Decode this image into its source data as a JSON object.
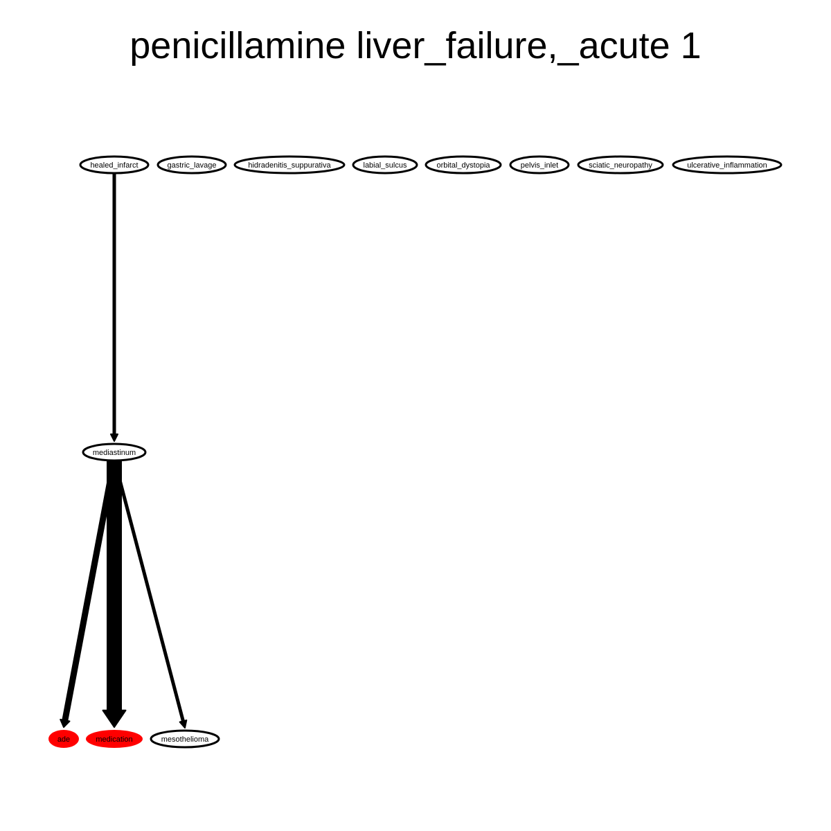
{
  "title": "penicillamine liver_failure,_acute 1",
  "colors": {
    "highlight": "#ff0000",
    "stroke": "#000000",
    "background": "#ffffff"
  },
  "nodes": [
    {
      "id": "healed_infarct",
      "label": "healed_infarct",
      "highlighted": false
    },
    {
      "id": "gastric_lavage",
      "label": "gastric_lavage",
      "highlighted": false
    },
    {
      "id": "hidradenitis_suppurativa",
      "label": "hidradenitis_suppurativa",
      "highlighted": false
    },
    {
      "id": "labial_sulcus",
      "label": "labial_sulcus",
      "highlighted": false
    },
    {
      "id": "orbital_dystopia",
      "label": "orbital_dystopia",
      "highlighted": false
    },
    {
      "id": "pelvis_inlet",
      "label": "pelvis_inlet",
      "highlighted": false
    },
    {
      "id": "sciatic_neuropathy",
      "label": "sciatic_neuropathy",
      "highlighted": false
    },
    {
      "id": "ulcerative_inflammation",
      "label": "ulcerative_inflammation",
      "highlighted": false
    },
    {
      "id": "mediastinum",
      "label": "mediastinum",
      "highlighted": false
    },
    {
      "id": "ade",
      "label": "ade",
      "highlighted": true
    },
    {
      "id": "medication",
      "label": "medication",
      "highlighted": true
    },
    {
      "id": "mesothelioma",
      "label": "mesothelioma",
      "highlighted": false
    }
  ],
  "edges": [
    {
      "from": "healed_infarct",
      "to": "mediastinum",
      "weight": 1
    },
    {
      "from": "mediastinum",
      "to": "ade",
      "weight": 2
    },
    {
      "from": "mediastinum",
      "to": "medication",
      "weight": 6
    },
    {
      "from": "mediastinum",
      "to": "mesothelioma",
      "weight": 1
    }
  ]
}
